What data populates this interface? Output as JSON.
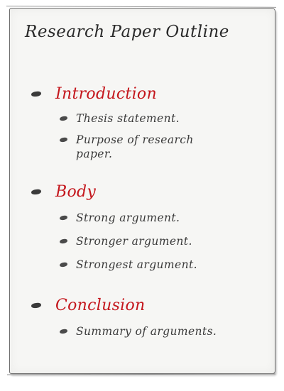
{
  "title": "Research Paper Outline",
  "sections": [
    {
      "label": "Introduction",
      "items": [
        "Thesis statement.",
        "Purpose of research paper."
      ]
    },
    {
      "label": "Body",
      "items": [
        "Strong argument.",
        "Stronger argument.",
        "Strongest argument."
      ]
    },
    {
      "label": "Conclusion",
      "items": [
        "Summary of arguments."
      ]
    }
  ],
  "colors": {
    "heading_red": "#c4161c",
    "ink": "#2a2a2a"
  }
}
